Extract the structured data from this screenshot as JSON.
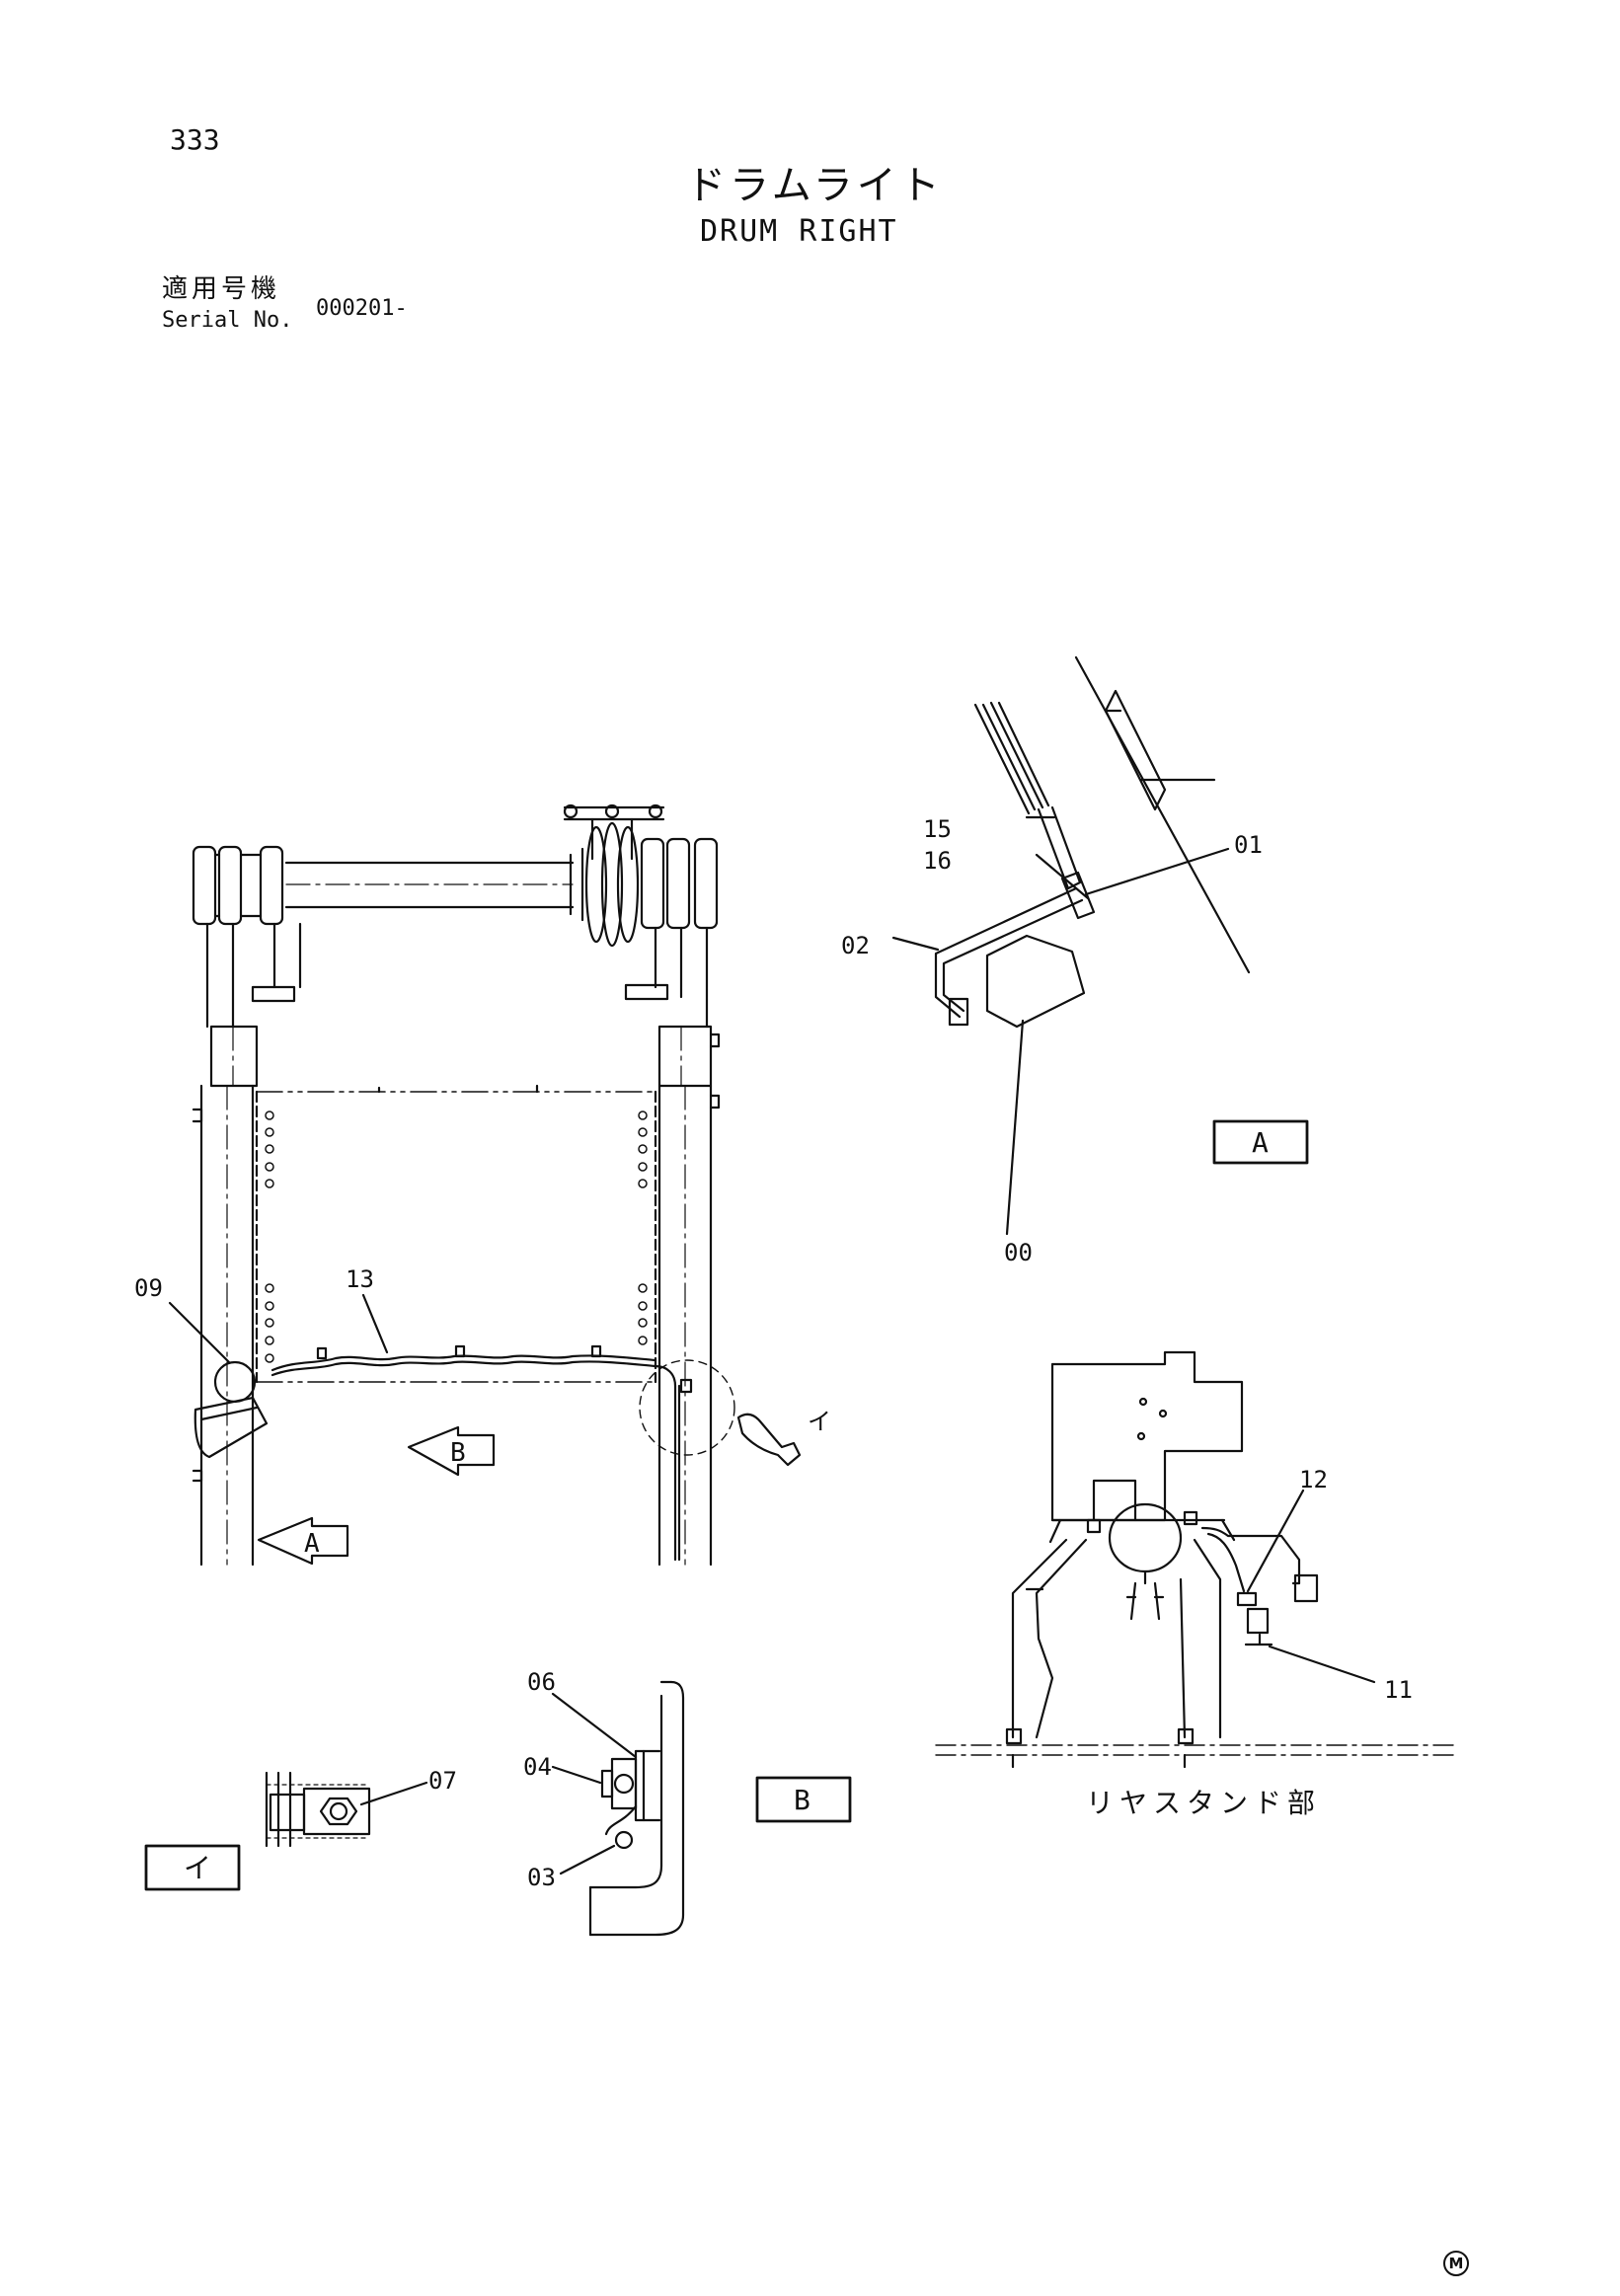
{
  "header": {
    "page_number": "333",
    "title_jp": "ドラムライト",
    "title_en": "DRUM RIGHT",
    "serial_label_jp": "適用号機",
    "serial_label_en": "Serial No.",
    "serial_value": "000201-"
  },
  "callouts": {
    "p00": "00",
    "p01": "01",
    "p02": "02",
    "p03": "03",
    "p04": "04",
    "p06": "06",
    "p07": "07",
    "p09": "09",
    "p11": "11",
    "p12": "12",
    "p13": "13",
    "p15": "15",
    "p16": "16"
  },
  "view_labels": {
    "view_a": "A",
    "view_b": "B",
    "view_i": "イ",
    "rear_stand": "リヤスタンド部"
  },
  "footer": {
    "mark": "M"
  }
}
